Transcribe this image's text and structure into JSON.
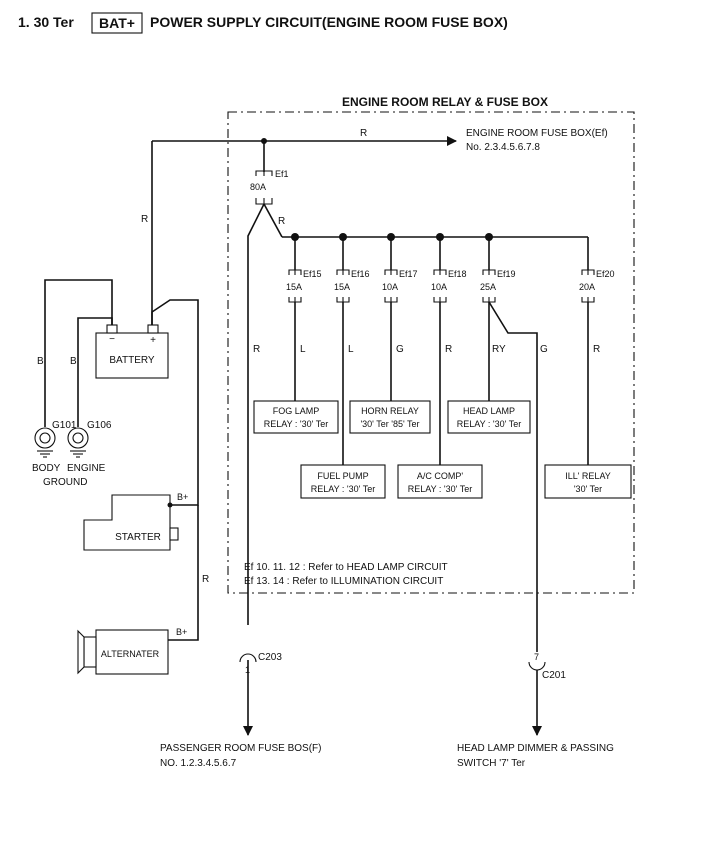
{
  "header": {
    "number": "1. 30 Ter",
    "badge": "BAT+",
    "title": "POWER SUPPLY CIRCUIT(ENGINE ROOM FUSE BOX)"
  },
  "relay_box": {
    "title": "ENGINE ROOM RELAY & FUSE BOX",
    "notes": [
      "Ef 10. 11. 12 : Refer to HEAD LAMP CIRCUIT",
      "Ef 13. 14 : Refer to ILLUMINATION CIRCUIT"
    ]
  },
  "top_destination": {
    "line1": "ENGINE ROOM FUSE BOX(Ef)",
    "line2": "No. 2.3.4.5.6.7.8"
  },
  "main_fuse": {
    "name": "Ef1",
    "rating": "80A"
  },
  "fuses": [
    {
      "name": "Ef15",
      "rating": "15A"
    },
    {
      "name": "Ef16",
      "rating": "15A"
    },
    {
      "name": "Ef17",
      "rating": "10A"
    },
    {
      "name": "Ef18",
      "rating": "10A"
    },
    {
      "name": "Ef19",
      "rating": "25A"
    },
    {
      "name": "Ef20",
      "rating": "20A"
    }
  ],
  "wire_colors": {
    "top": "R",
    "left_vertical": "R",
    "bus": "R",
    "passenger_feed": "R",
    "ef15": "L",
    "ef16": "L",
    "ef17": "G",
    "ef18": "R",
    "ef19": "RY",
    "ef19_branch": "G",
    "ef20": "R",
    "ground_body": "B",
    "ground_engine": "B",
    "alternator": "R"
  },
  "relays": {
    "fog": {
      "line1": "FOG LAMP",
      "line2": "RELAY : '30' Ter"
    },
    "horn": {
      "line1": "HORN RELAY",
      "line2": "'30' Ter '85' Ter"
    },
    "head": {
      "line1": "HEAD LAMP",
      "line2": "RELAY : '30' Ter"
    },
    "fuel": {
      "line1": "FUEL PUMP",
      "line2": "RELAY : '30' Ter"
    },
    "ac": {
      "line1": "A/C COMP'",
      "line2": "RELAY : '30' Ter"
    },
    "ill": {
      "line1": "ILL' RELAY",
      "line2": "'30' Ter"
    }
  },
  "battery": {
    "label": "BATTERY",
    "minus": "−",
    "plus": "+"
  },
  "grounds": {
    "g101": "G101",
    "g106": "G106",
    "body": "BODY",
    "engine": "ENGINE",
    "ground": "GROUND"
  },
  "starter": {
    "label": "STARTER",
    "terminal": "B+"
  },
  "alternator": {
    "label": "ALTERNATER",
    "terminal": "B+"
  },
  "connectors": {
    "c203": {
      "name": "C203",
      "pin": "1"
    },
    "c201": {
      "name": "C201",
      "pin": "7"
    }
  },
  "bottom_left": {
    "line1": "PASSENGER ROOM FUSE BOS(F)",
    "line2": "NO. 1.2.3.4.5.6.7"
  },
  "bottom_right": {
    "line1": "HEAD LAMP DIMMER & PASSING",
    "line2": "SWITCH '7' Ter"
  }
}
